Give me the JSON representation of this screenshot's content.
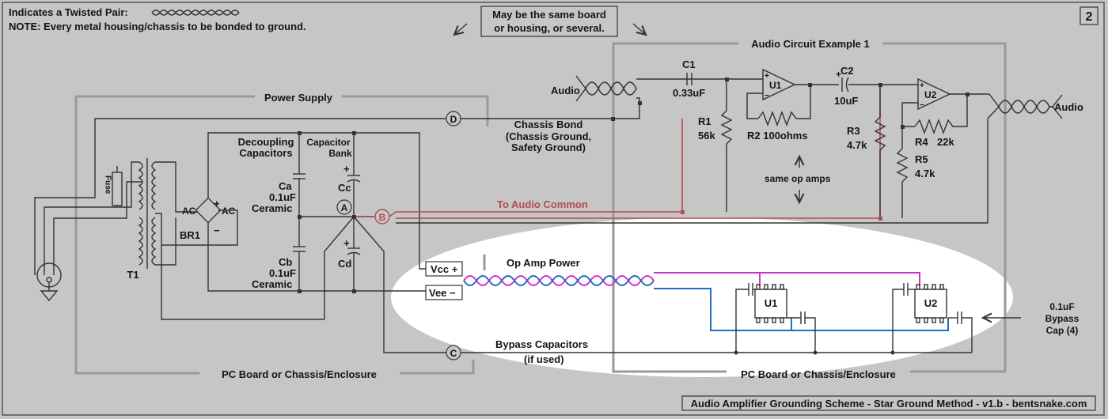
{
  "header": {
    "twisted_pair_note": "Indicates a Twisted Pair:",
    "bond_note": "NOTE: Every metal housing/chassis to be bonded to ground.",
    "page_number": "2",
    "same_board_line1": "May be the same board",
    "same_board_line2": "or housing, or several."
  },
  "sections": {
    "power_supply": "Power Supply",
    "audio_circuit": "Audio Circuit Example 1",
    "pc_board_left": "PC Board or Chassis/Enclosure",
    "pc_board_right": "PC Board or Chassis/Enclosure"
  },
  "components": {
    "fuse": "Fuse",
    "t1": "T1",
    "br1": "BR1",
    "ac_left": "AC",
    "ac_right": "AC",
    "plus": "+",
    "minus": "−",
    "decoupling_line1": "Decoupling",
    "decoupling_line2": "Capacitors",
    "bank_line1": "Capacitor",
    "bank_line2": "Bank",
    "ca": "Ca",
    "ca_value": "0.1uF",
    "ca_type": "Ceramic",
    "cb": "Cb",
    "cb_value": "0.1uF",
    "cb_type": "Ceramic",
    "cc": "Cc",
    "cd": "Cd",
    "c1": "C1",
    "c1_value": "0.33uF",
    "c2": "C2",
    "c2_value": "10uF",
    "r1": "R1",
    "r1_value": "56k",
    "r2": "R2 100ohms",
    "r3": "R3",
    "r3_value": "4.7k",
    "r4": "R4",
    "r4_value": "22k",
    "r5": "R5",
    "r5_value": "4.7k",
    "u1": "U1",
    "u2": "U2",
    "opamp_plus": "+",
    "opamp_minus": "−"
  },
  "nodes": {
    "a": "A",
    "b": "B",
    "c": "C",
    "d": "D"
  },
  "labels": {
    "audio_in": "Audio",
    "audio_out": "Audio",
    "chassis_bond_line1": "Chassis Bond",
    "chassis_bond_line2": "(Chassis Ground,",
    "chassis_bond_line3": "Safety Ground)",
    "to_audio_common": "To Audio Common",
    "same_op_amps": "same op amps",
    "vcc": "Vcc +",
    "vee": "Vee −",
    "op_amp_power": "Op Amp Power",
    "bypass_line1": "Bypass Capacitors",
    "bypass_line2": "(if used)",
    "bypass_note_line1": "0.1uF",
    "bypass_note_line2": "Bypass",
    "bypass_note_line3": "Cap (4)"
  },
  "footer": {
    "title": "Audio Amplifier Grounding Scheme - Star Ground Method - v1.b - bentsnake.com"
  },
  "colors": {
    "background": "#c6c6c6",
    "audio_common": "#b44d4d",
    "vcc_wire": "#cc33cc",
    "vee_wire": "#1e6fc0"
  }
}
